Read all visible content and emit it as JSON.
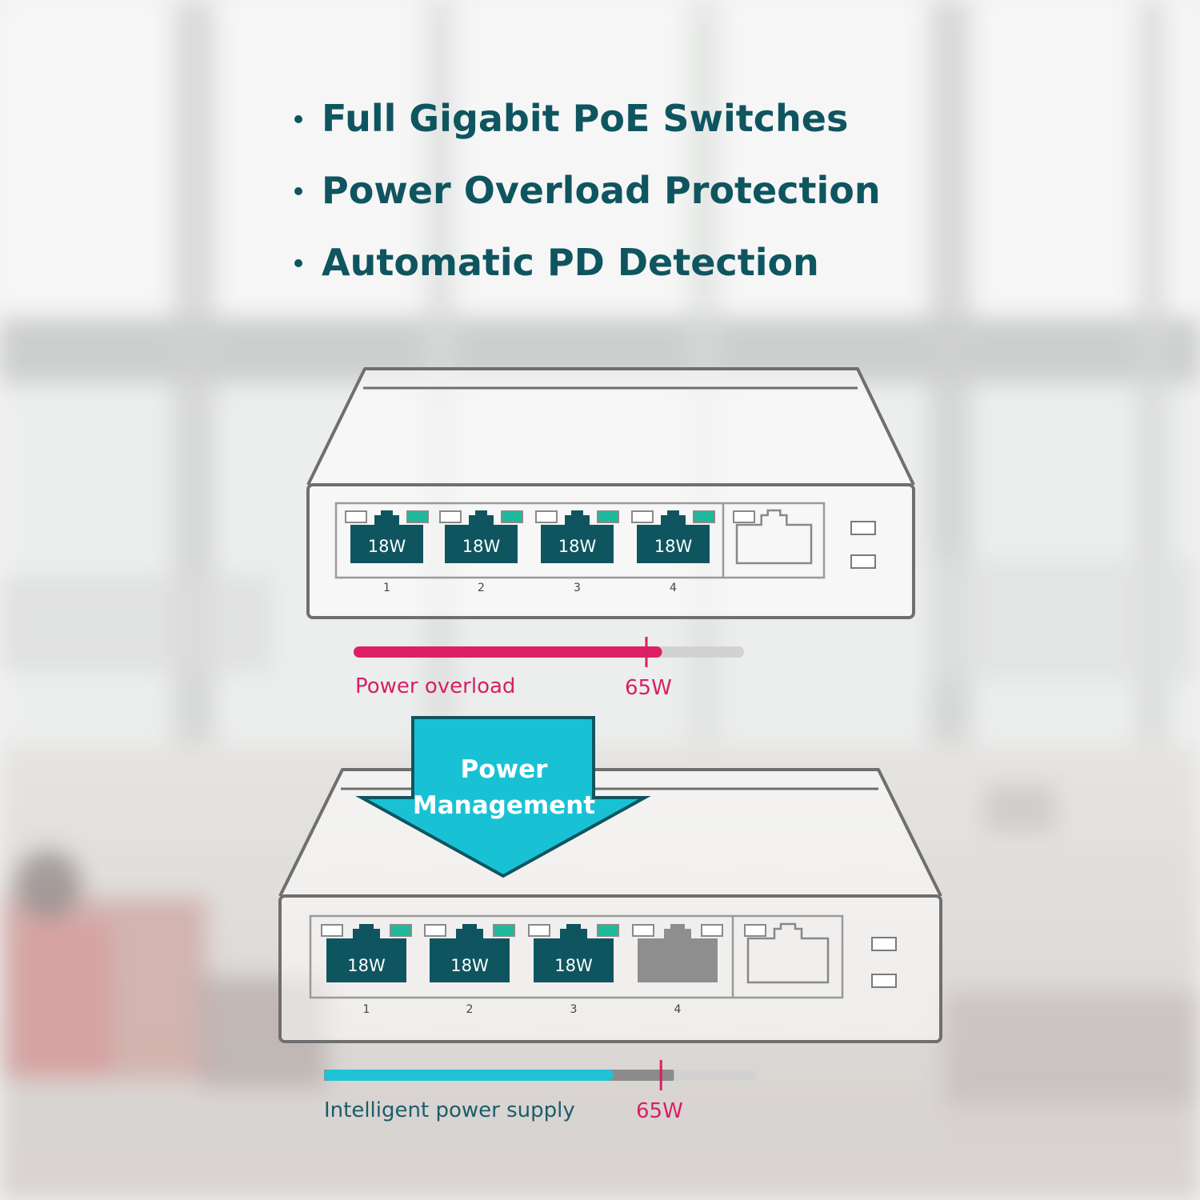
{
  "features": [
    "Full Gigabit PoE Switches",
    "Power Overload Protection",
    "Automatic PD Detection"
  ],
  "colors": {
    "text_primary": "#0f5560",
    "port_active": "#0f5560",
    "port_disabled": "#8e8e8e",
    "led_on": "#1fb89a",
    "overload_bar": "#de1f68",
    "supply_bar": "#1ec3d6",
    "arrow_fill": "#18c2d4",
    "limit_marker": "#d71f66"
  },
  "switch_top": {
    "ports": [
      {
        "number": "1",
        "label": "18W",
        "state": "active"
      },
      {
        "number": "2",
        "label": "18W",
        "state": "active"
      },
      {
        "number": "3",
        "label": "18W",
        "state": "active"
      },
      {
        "number": "4",
        "label": "18W",
        "state": "active"
      }
    ],
    "bar": {
      "caption": "Power overload",
      "limit_label": "65W",
      "fill_fraction": 0.79,
      "limit_fraction": 0.75
    }
  },
  "arrow": {
    "line1": "Power",
    "line2": "Management"
  },
  "switch_bottom": {
    "ports": [
      {
        "number": "1",
        "label": "18W",
        "state": "active"
      },
      {
        "number": "2",
        "label": "18W",
        "state": "active"
      },
      {
        "number": "3",
        "label": "18W",
        "state": "active"
      },
      {
        "number": "4",
        "label": "",
        "state": "disabled"
      }
    ],
    "bar": {
      "caption": "Intelligent power supply",
      "limit_label": "65W",
      "fill_fraction": 0.67,
      "grey_fraction": 0.81,
      "limit_fraction": 0.78
    }
  }
}
